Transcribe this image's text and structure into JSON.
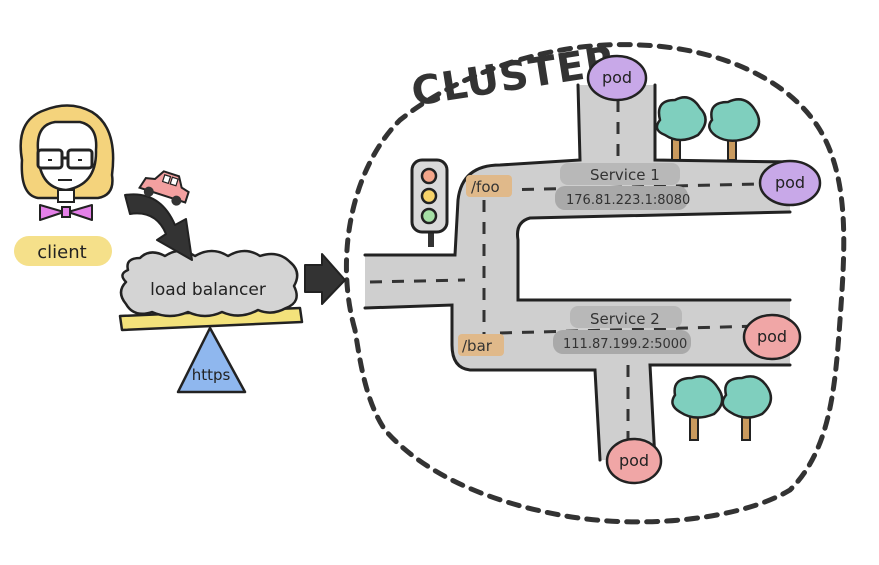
{
  "title": "CLUSTER",
  "client": {
    "label": "client",
    "label_bg": "#f5e08a"
  },
  "load_balancer": {
    "label": "load balancer",
    "protocol_label": "https",
    "protocol_color": "#8fb7ee"
  },
  "routes": [
    {
      "path": "/foo",
      "tag_color": "#e0b98a"
    },
    {
      "path": "/bar",
      "tag_color": "#e0b98a"
    }
  ],
  "services": [
    {
      "name": "Service 1",
      "address": "176.81.223.1:8080"
    },
    {
      "name": "Service 2",
      "address": "111.87.199.2:5000"
    }
  ],
  "pods": [
    {
      "label": "pod",
      "service": "Service 1",
      "color": "#c8a8e8"
    },
    {
      "label": "pod",
      "service": "Service 1",
      "color": "#c8a8e8"
    },
    {
      "label": "pod",
      "service": "Service 2",
      "color": "#f0a6a6"
    },
    {
      "label": "pod",
      "service": "Service 2",
      "color": "#f0a6a6"
    }
  ],
  "colors": {
    "road": "#cfcfcf",
    "road_edge": "#222222",
    "cluster_border": "#333333",
    "tree_foliage": "#7fcfbe",
    "tree_trunk": "#c99a5e",
    "traffic_light_body": "#d9d9d9",
    "light_red": "#f4a68a",
    "light_yellow": "#f7d36a",
    "light_green": "#a6e0a6",
    "car": "#f3a0a0",
    "bow_tie": "#e480e8",
    "hair": "#f4d37c",
    "arrow": "#333333",
    "lb_cloud": "#d4d4d4",
    "lb_plank": "#f3e27b"
  }
}
